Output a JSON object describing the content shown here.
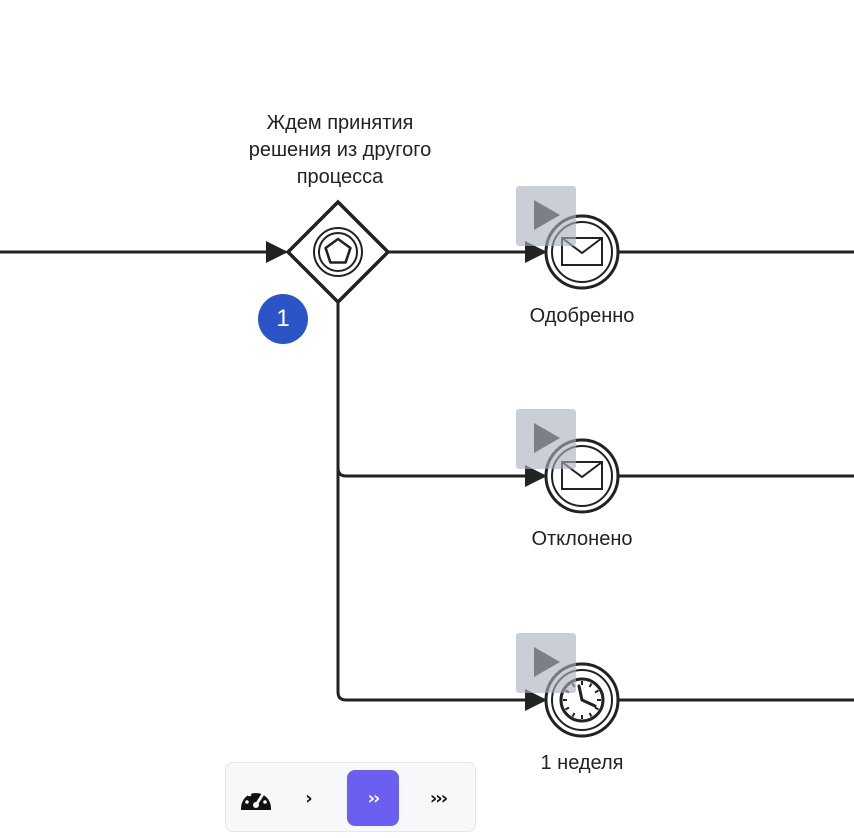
{
  "gateway": {
    "label": "Ждем принятия решения из другого процесса",
    "icon": "pentagon-icon",
    "token_count": "1",
    "token_color": "#2b55c7"
  },
  "events": [
    {
      "label": "Одобренно",
      "icon": "envelope-icon"
    },
    {
      "label": "Отклонено",
      "icon": "envelope-icon"
    },
    {
      "label": "1 неделя",
      "icon": "clock-icon"
    }
  ],
  "play_buttons": [
    {
      "icon": "play-icon"
    },
    {
      "icon": "play-icon"
    },
    {
      "icon": "play-icon"
    }
  ],
  "speed_toolbar": {
    "gauge_icon": "speedometer-icon",
    "options": [
      {
        "label": "›",
        "icon": "chevron-single-icon",
        "selected": false
      },
      {
        "label": "››",
        "icon": "chevron-double-icon",
        "selected": true
      },
      {
        "label": "›››",
        "icon": "chevron-triple-icon",
        "selected": false
      }
    ],
    "selected_color": "#6b5ff2"
  },
  "colors": {
    "stroke": "#222222",
    "play_overlay": "#aab0bc"
  }
}
